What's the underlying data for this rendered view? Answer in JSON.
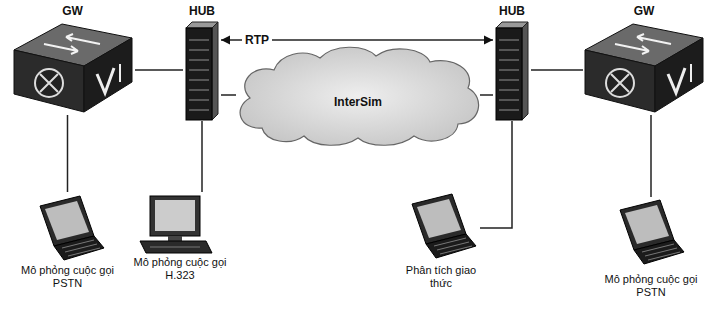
{
  "diagram": {
    "nodes": [
      {
        "text": [
          "GW"
        ]
      },
      {
        "text": [
          "HUB"
        ]
      },
      {
        "text": [
          "InterSim"
        ]
      },
      {
        "text": [
          "HUB"
        ]
      },
      {
        "text": [
          "GW"
        ]
      },
      {
        "text": [
          "Mô phỏng cuộc gọi PSTN"
        ]
      },
      {
        "text": [
          "Mô phỏng cuộc gọi H.323"
        ]
      },
      {
        "text": [
          "Phân tích giao thức"
        ]
      },
      {
        "text": [
          "Mô phỏng cuộc gọi PSTN"
        ]
      }
    ],
    "edges": [
      {
        "from": 0,
        "to": 1,
        "arrow": "none"
      },
      {
        "from": 1,
        "to": 3,
        "label": "RTP",
        "arrow": "both"
      },
      {
        "from": 1,
        "to": 2,
        "arrow": "none"
      },
      {
        "from": 2,
        "to": 3,
        "arrow": "none"
      },
      {
        "from": 3,
        "to": 4,
        "arrow": "none"
      },
      {
        "from": 0,
        "to": 5,
        "arrow": "none"
      },
      {
        "from": 1,
        "to": 6,
        "arrow": "none"
      },
      {
        "from": 3,
        "to": 7,
        "arrow": "none"
      },
      {
        "from": 4,
        "to": 8,
        "arrow": "none"
      }
    ]
  }
}
